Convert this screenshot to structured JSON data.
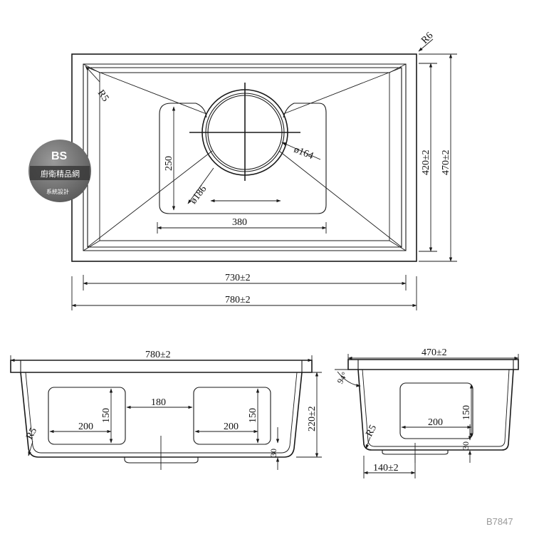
{
  "top_view": {
    "radius_corner": "R6",
    "radius_inner": "R5",
    "depth_250": "250",
    "width_380": "380",
    "drain_186": "ø186",
    "drain_164": "ø164",
    "height_420": "420±2",
    "height_470": "470±2",
    "width_730": "730±2",
    "width_780": "780±2"
  },
  "front_view": {
    "width_780": "780±2",
    "gap_180": "180",
    "left_200": "200",
    "left_150": "150",
    "right_200": "200",
    "right_150": "150",
    "radius": "R5",
    "height_220": "220±2",
    "bottom_30": "30"
  },
  "side_view": {
    "width_470": "470±2",
    "angle": "94°",
    "label_200": "200",
    "label_150": "150",
    "radius": "R5",
    "bottom_30": "30",
    "offset_140": "140±2"
  },
  "logo": {
    "initials": "BS",
    "name": "廚衛精品網",
    "tagline": "系統設計"
  },
  "watermark": "B7847",
  "colors": {
    "line": "#1a1a1a",
    "logo_bg": "#6b6b6b",
    "logo_band": "#3a3a3a",
    "watermark": "#9a9a9a"
  }
}
